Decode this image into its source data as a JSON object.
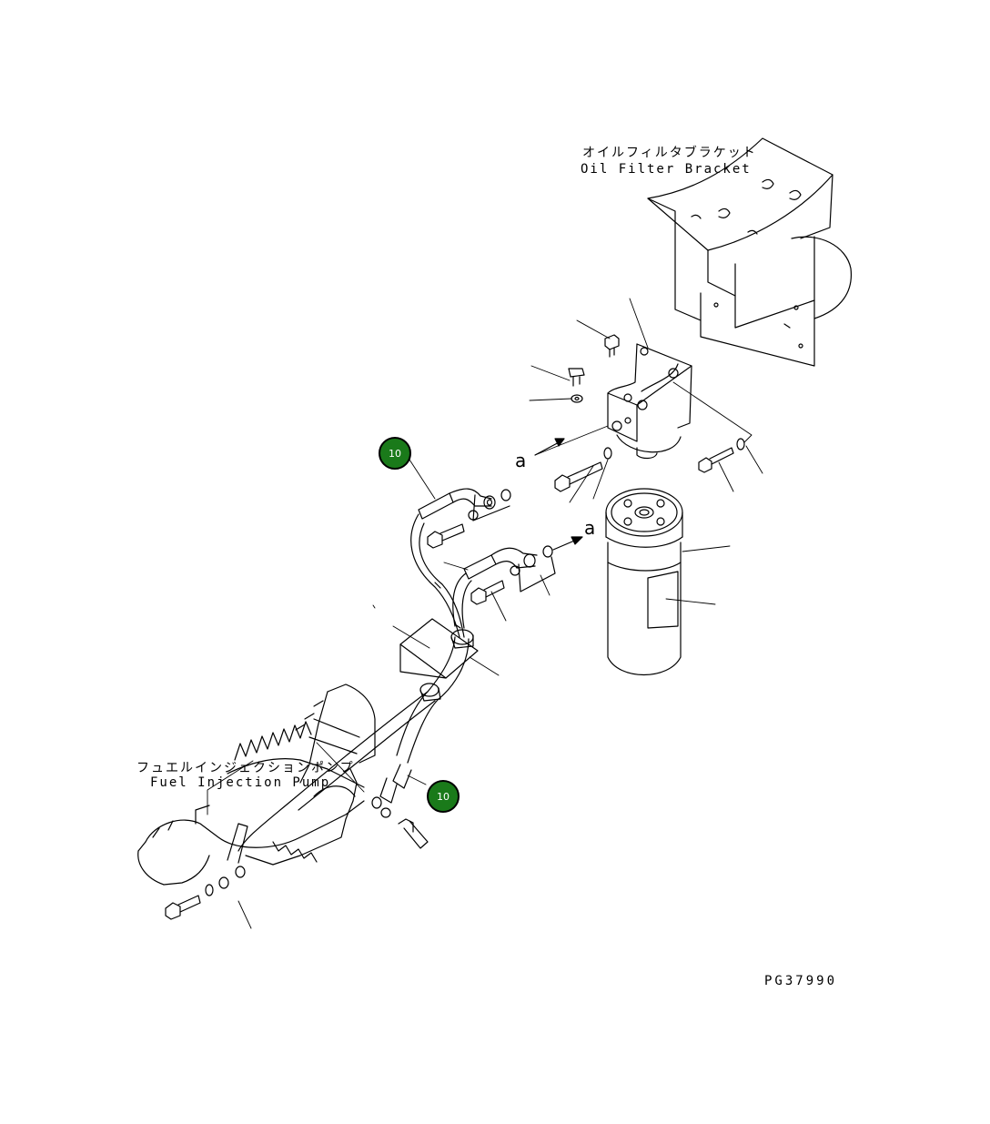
{
  "labels": {
    "oil_filter_bracket_jp": "オイルフィルタブラケット",
    "oil_filter_bracket_en": "Oil Filter Bracket",
    "fuel_injection_pump_jp": "フュエルインジェクションポンプ",
    "fuel_injection_pump_en": "Fuel Injection Pump",
    "view_arrow_upper": "a",
    "view_arrow_lower": "a"
  },
  "callouts": [
    {
      "number": "10"
    },
    {
      "number": "10"
    }
  ],
  "drawing_code": "PG37990",
  "colors": {
    "callout_fill": "#1a7a1a",
    "callout_text": "#ffffff",
    "line": "#000000"
  }
}
